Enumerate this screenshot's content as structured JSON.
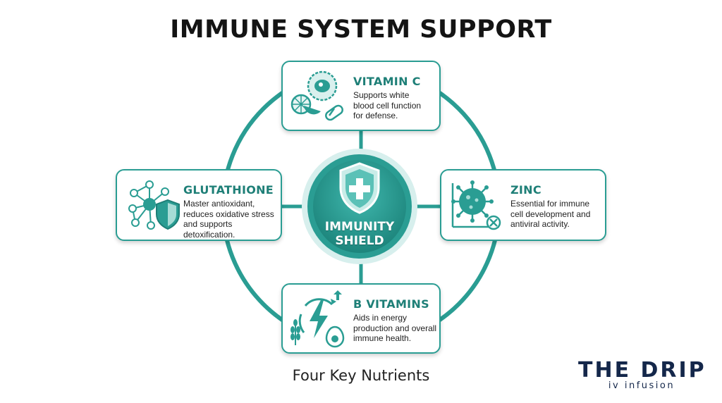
{
  "title": "IMMUNE SYSTEM SUPPORT",
  "center": {
    "line1": "IMMUNITY",
    "line2": "SHIELD"
  },
  "cards": {
    "vitamin_c": {
      "name": "VITAMIN C",
      "desc": [
        "Supports white",
        "blood cell function",
        "for defense."
      ],
      "icon": "vitamin-c-icon"
    },
    "glutathione": {
      "name": "GLUTATHIONE",
      "desc": [
        "Master antioxidant,",
        "reduces oxidative stress",
        "and supports",
        "detoxification."
      ],
      "icon": "molecule-shield-icon"
    },
    "zinc": {
      "name": "ZINC",
      "desc": [
        "Essential for immune",
        "cell development and",
        "antiviral activity."
      ],
      "icon": "virus-icon"
    },
    "b_vitamins": {
      "name": "B VITAMINS",
      "desc": [
        "Aids in energy",
        "production and overall",
        "immune health."
      ],
      "icon": "energy-icon"
    }
  },
  "footer": "Four Key Nutrients",
  "brand": {
    "name": "THE DRIP",
    "sub": "iv infusion"
  },
  "colors": {
    "accent": "#2a9d93",
    "heading": "#1e7f77",
    "brand": "#14274a"
  }
}
